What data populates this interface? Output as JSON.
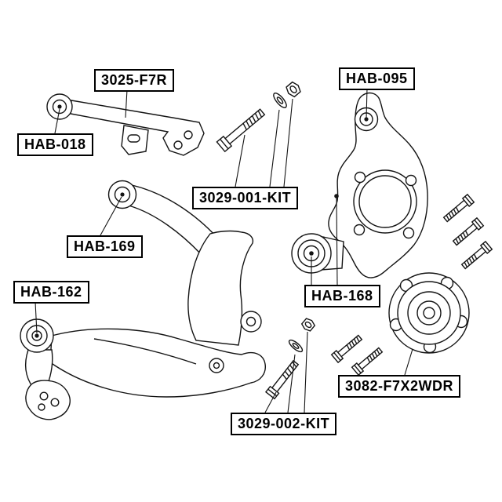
{
  "diagram": {
    "background": "#ffffff",
    "line_color": "#141414"
  },
  "labels": {
    "lateral_rod": "3025-F7R",
    "bushing_018": "HAB-018",
    "bushing_095": "HAB-095",
    "bolt_kit_1": "3029-001-KIT",
    "bushing_169": "HAB-169",
    "bushing_162": "HAB-162",
    "bushing_168": "HAB-168",
    "hub_assembly": "3082-F7X2WDR",
    "bolt_kit_2": "3029-002-KIT"
  }
}
